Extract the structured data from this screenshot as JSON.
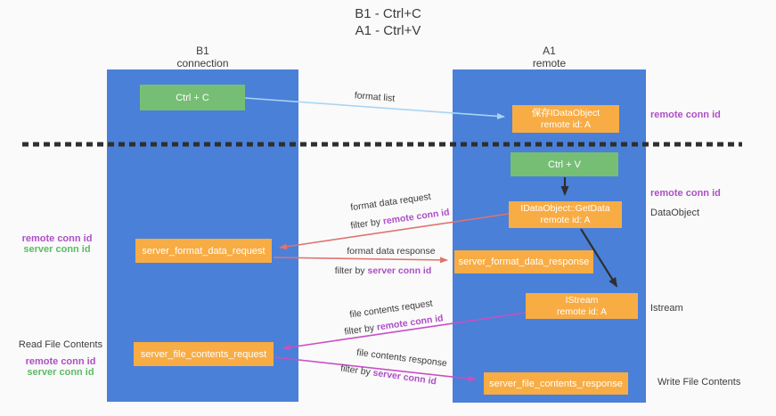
{
  "colors": {
    "background": "#fafafa",
    "column_blue": "#4a80d8",
    "box_orange": "#f8ac44",
    "box_green": "#77be75",
    "arrow_lightblue": "#a9d5f2",
    "arrow_salmon": "#e0736e",
    "arrow_magenta": "#c94fc4",
    "arrow_black": "#2f2f2f",
    "dash_black": "#2f2f2f",
    "text_dark": "#3c3c3c",
    "text_purple": "#ae4fc6",
    "text_green": "#5bbb63"
  },
  "title": {
    "line1": "B1 - Ctrl+C",
    "line2": "A1 - Ctrl+V"
  },
  "lanes": {
    "left": {
      "name": "B1",
      "role": "connection"
    },
    "right": {
      "name": "A1",
      "role": "remote"
    }
  },
  "nodes": {
    "ctrl_c": "Ctrl + C",
    "ctrl_v": "Ctrl + V",
    "save_idataobject": {
      "line1": "保存IDataObject",
      "line2": "remote id: A"
    },
    "getdata": {
      "line1": "IDataObject::GetData",
      "line2": "remote id: A"
    },
    "istream": {
      "line1": "IStream",
      "line2": "remote id: A"
    },
    "server_format_data_request": "server_format_data_request",
    "server_format_data_response": "server_format_data_response",
    "server_file_contents_request": "server_file_contents_request",
    "server_file_contents_response": "server_file_contents_response"
  },
  "edge_labels": {
    "format_list": "format list",
    "format_data_request": "format data request",
    "format_data_request_filter_prefix": "filter by ",
    "format_data_request_filter_key": "remote conn id",
    "format_data_response": "format data response",
    "format_data_response_filter_prefix": "filter by ",
    "format_data_response_filter_key": "server conn id",
    "file_contents_request": "file contents request",
    "file_contents_request_filter_prefix": "filter by ",
    "file_contents_request_filter_key": "remote conn id",
    "file_contents_response": "file contents response",
    "file_contents_response_filter_prefix": "filter by ",
    "file_contents_response_filter_key": "server conn id"
  },
  "side_labels": {
    "right_remote_conn_id_top": "remote conn id",
    "right_remote_conn_id_mid": "remote conn id",
    "right_dataobject": "DataObject",
    "right_istream": "Istream",
    "right_write_file_contents": "Write File Contents",
    "left_remote_conn_id_top": "remote conn id",
    "left_server_conn_id_top": "server conn id",
    "left_read_file_contents": "Read File Contents",
    "left_remote_conn_id_bottom": "remote conn id",
    "left_server_conn_id_bottom": "server conn id"
  }
}
